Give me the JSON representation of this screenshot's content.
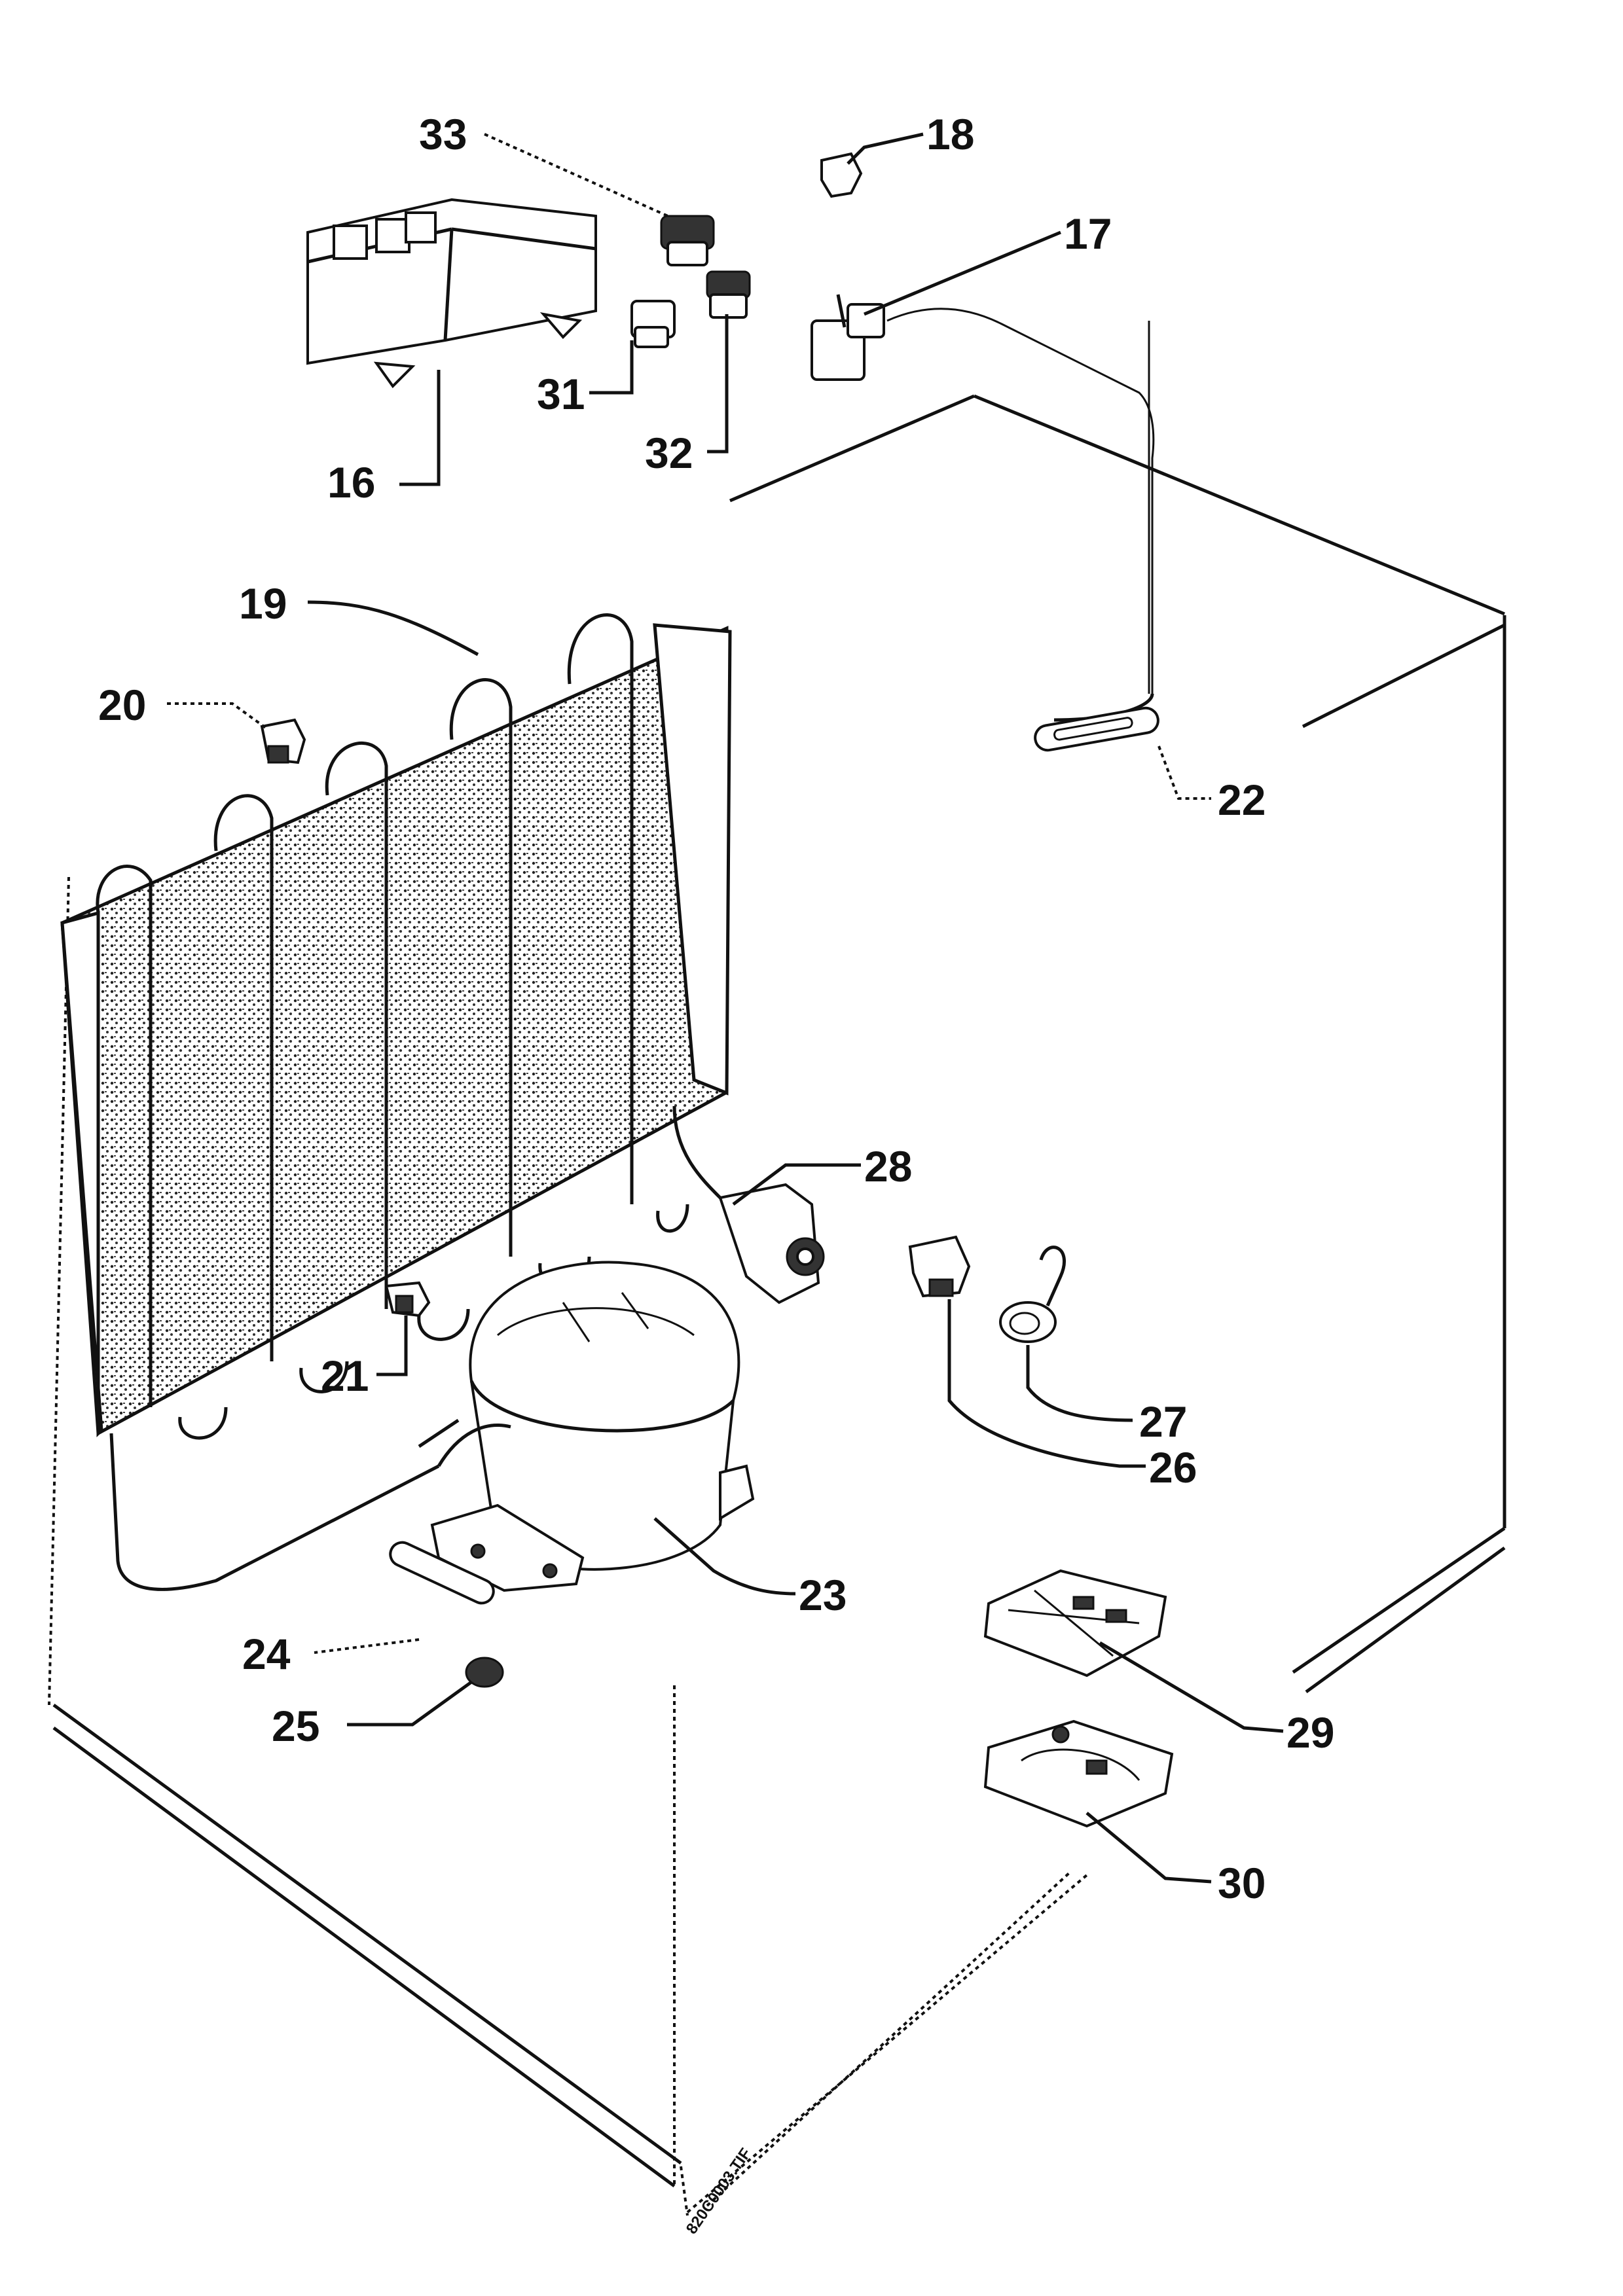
{
  "labels": {
    "l16": "16",
    "l17": "17",
    "l18": "18",
    "l19": "19",
    "l20": "20",
    "l21": "21",
    "l22": "22",
    "l23": "23",
    "l24": "24",
    "l25": "25",
    "l26": "26",
    "l27": "27",
    "l28": "28",
    "l29": "29",
    "l30": "30",
    "l31": "31",
    "l32": "32",
    "l33": "33"
  },
  "file_name": "820C0003.TIF",
  "colors": {
    "ink": "#111111",
    "background": "#ffffff"
  }
}
